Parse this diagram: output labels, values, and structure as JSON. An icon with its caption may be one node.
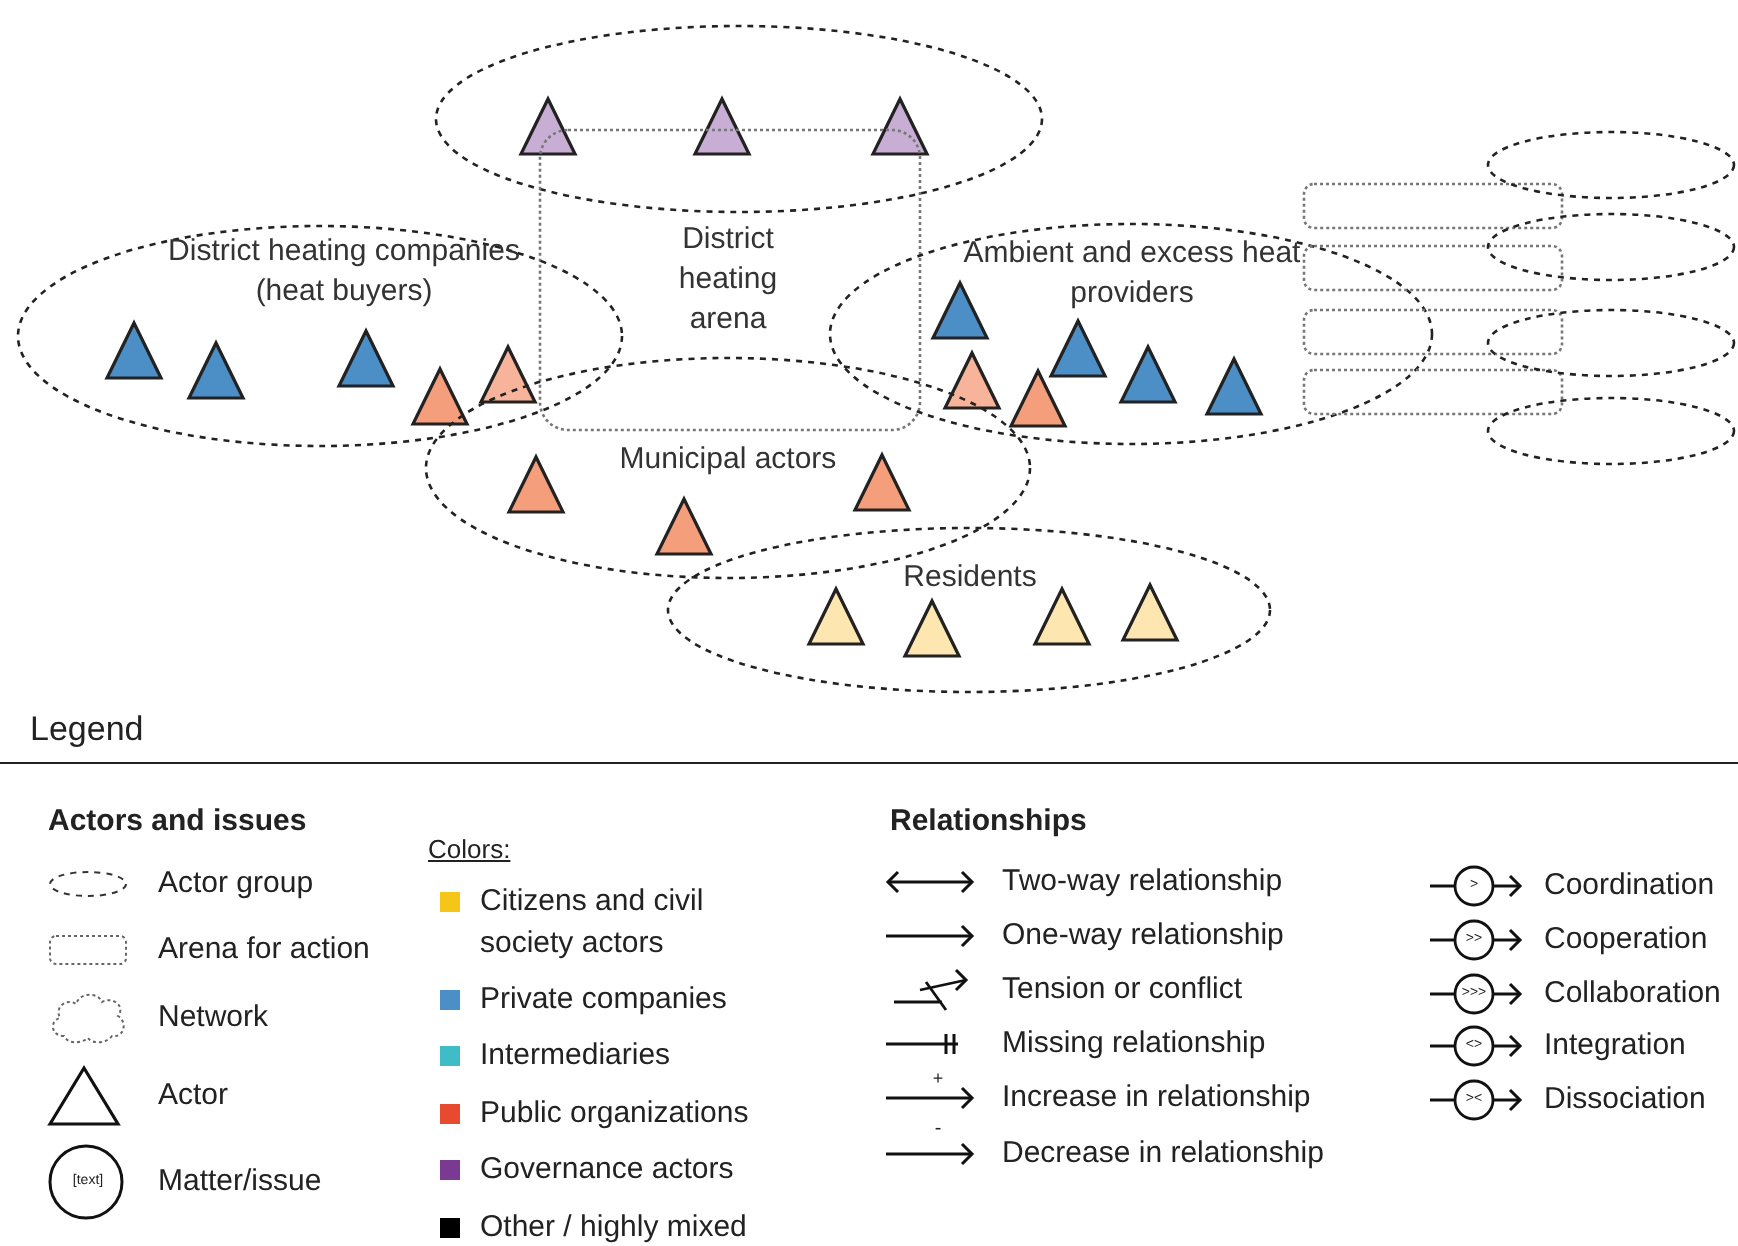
{
  "diagram": {
    "nodes": [
      {
        "text": [],
        "shape": "ellipse"
      },
      {
        "text": [],
        "shape": "triangle",
        "in": 0
      },
      {
        "text": [],
        "shape": "triangle",
        "in": 0
      },
      {
        "text": [],
        "shape": "triangle",
        "in": 0
      },
      {
        "text": [
          "District heating arena"
        ]
      },
      {
        "text": [
          "District heating companies (heat buyers)"
        ]
      },
      {
        "text": [],
        "shape": "triangle",
        "in": 5
      },
      {
        "text": [],
        "shape": "triangle",
        "in": 5
      },
      {
        "text": [],
        "shape": "triangle",
        "in": 5
      },
      {
        "text": [],
        "shape": "triangle",
        "in": 5
      },
      {
        "text": [],
        "shape": "triangle",
        "in": 5
      },
      {
        "text": [
          "Ambient and excess heat providers"
        ]
      },
      {
        "text": [],
        "shape": "triangle",
        "in": 11
      },
      {
        "text": [],
        "shape": "triangle",
        "in": 11
      },
      {
        "text": [],
        "shape": "triangle",
        "in": 11
      },
      {
        "text": [],
        "shape": "triangle",
        "in": 11
      },
      {
        "text": [],
        "shape": "triangle",
        "in": 11
      },
      {
        "text": [],
        "shape": "triangle",
        "in": 11
      },
      {
        "text": [
          "Municipal actors"
        ]
      },
      {
        "text": [],
        "shape": "triangle",
        "in": 18
      },
      {
        "text": [],
        "shape": "triangle",
        "in": 18
      },
      {
        "text": [],
        "shape": "triangle",
        "in": 18
      },
      {
        "text": [
          "Residents"
        ]
      },
      {
        "text": [],
        "shape": "triangle",
        "in": 22
      },
      {
        "text": [],
        "shape": "triangle",
        "in": 22
      },
      {
        "text": [],
        "shape": "triangle",
        "in": 22
      },
      {
        "text": [],
        "shape": "triangle",
        "in": 22
      },
      {
        "text": [],
        "shape": "box"
      },
      {
        "text": [],
        "shape": "box"
      },
      {
        "text": [],
        "shape": "box"
      },
      {
        "text": [],
        "shape": "box"
      },
      {
        "text": [],
        "shape": "ellipse"
      },
      {
        "text": [],
        "shape": "ellipse"
      },
      {
        "text": [],
        "shape": "ellipse"
      },
      {
        "text": [],
        "shape": "ellipse"
      }
    ],
    "labels": [
      "Legend",
      "Actors and issues",
      "Colors:",
      "Relationships",
      "[text]",
      "+",
      "-",
      ">",
      ">>",
      ">>>",
      "<>",
      "><"
    ],
    "legend": [
      {
        "text": "Actor group"
      },
      {
        "text": "Arena for action"
      },
      {
        "text": "Network"
      },
      {
        "text": "Actor"
      },
      {
        "text": "Matter/issue"
      },
      {
        "text": "Citizens and civil society actors",
        "color": "#f5c518"
      },
      {
        "text": "Private companies",
        "color": "#4b8fc6"
      },
      {
        "text": "Intermediaries",
        "color": "#40bcc8"
      },
      {
        "text": "Public organizations",
        "color": "#e84a2f"
      },
      {
        "text": "Governance actors",
        "color": "#7b3a92"
      },
      {
        "text": "Other / highly mixed",
        "color": "#000000"
      },
      {
        "text": "Two-way relationship"
      },
      {
        "text": "One-way relationship"
      },
      {
        "text": "Tension or conflict"
      },
      {
        "text": "Missing relationship"
      },
      {
        "text": "Increase in relationship"
      },
      {
        "text": "Decrease in relationship"
      },
      {
        "text": "Coordination"
      },
      {
        "text": "Cooperation"
      },
      {
        "text": "Collaboration"
      },
      {
        "text": "Integration"
      },
      {
        "text": "Dissociation"
      }
    ]
  }
}
